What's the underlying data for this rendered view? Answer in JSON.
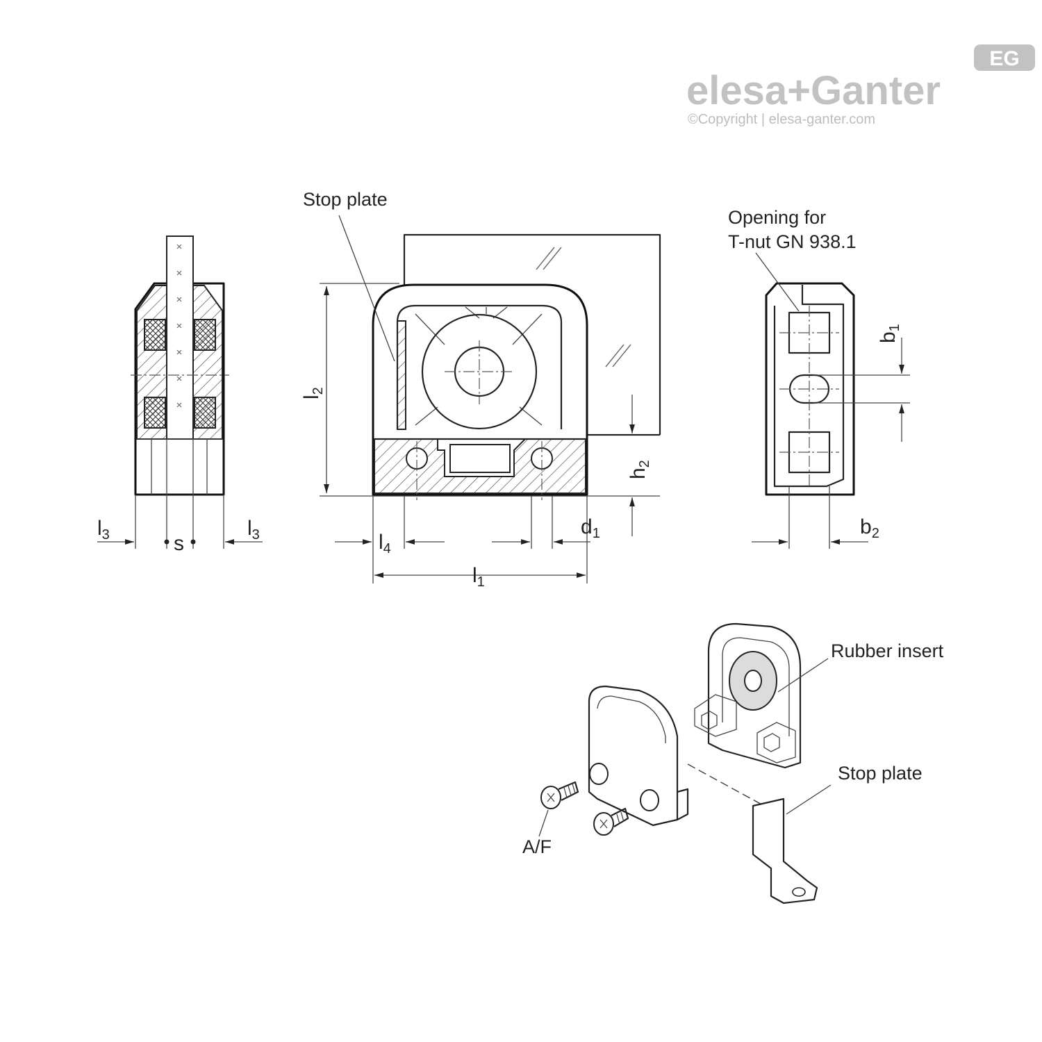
{
  "logo": {
    "brand": "elesa+Ganter",
    "copyright": "©Copyright | elesa-ganter.com",
    "badge": "EG"
  },
  "labels": {
    "stop_plate_top": "Stop plate",
    "opening_line1": "Opening for",
    "opening_line2": "T-nut GN 938.1",
    "rubber_insert": "Rubber insert",
    "stop_plate_iso": "Stop plate",
    "af": "A/F"
  },
  "dimensions": {
    "l3_left": {
      "main": "l",
      "sub": "3"
    },
    "s": {
      "main": "s"
    },
    "l3_right": {
      "main": "l",
      "sub": "3"
    },
    "l2": {
      "main": "l",
      "sub": "2"
    },
    "h2": {
      "main": "h",
      "sub": "2"
    },
    "d1": {
      "main": "d",
      "sub": "1"
    },
    "l4": {
      "main": "l",
      "sub": "4"
    },
    "l1": {
      "main": "l",
      "sub": "1"
    },
    "b1": {
      "main": "b",
      "sub": "1"
    },
    "b2": {
      "main": "b",
      "sub": "2"
    }
  },
  "colors": {
    "line": "#222222",
    "logo": "#c2c2c2"
  }
}
